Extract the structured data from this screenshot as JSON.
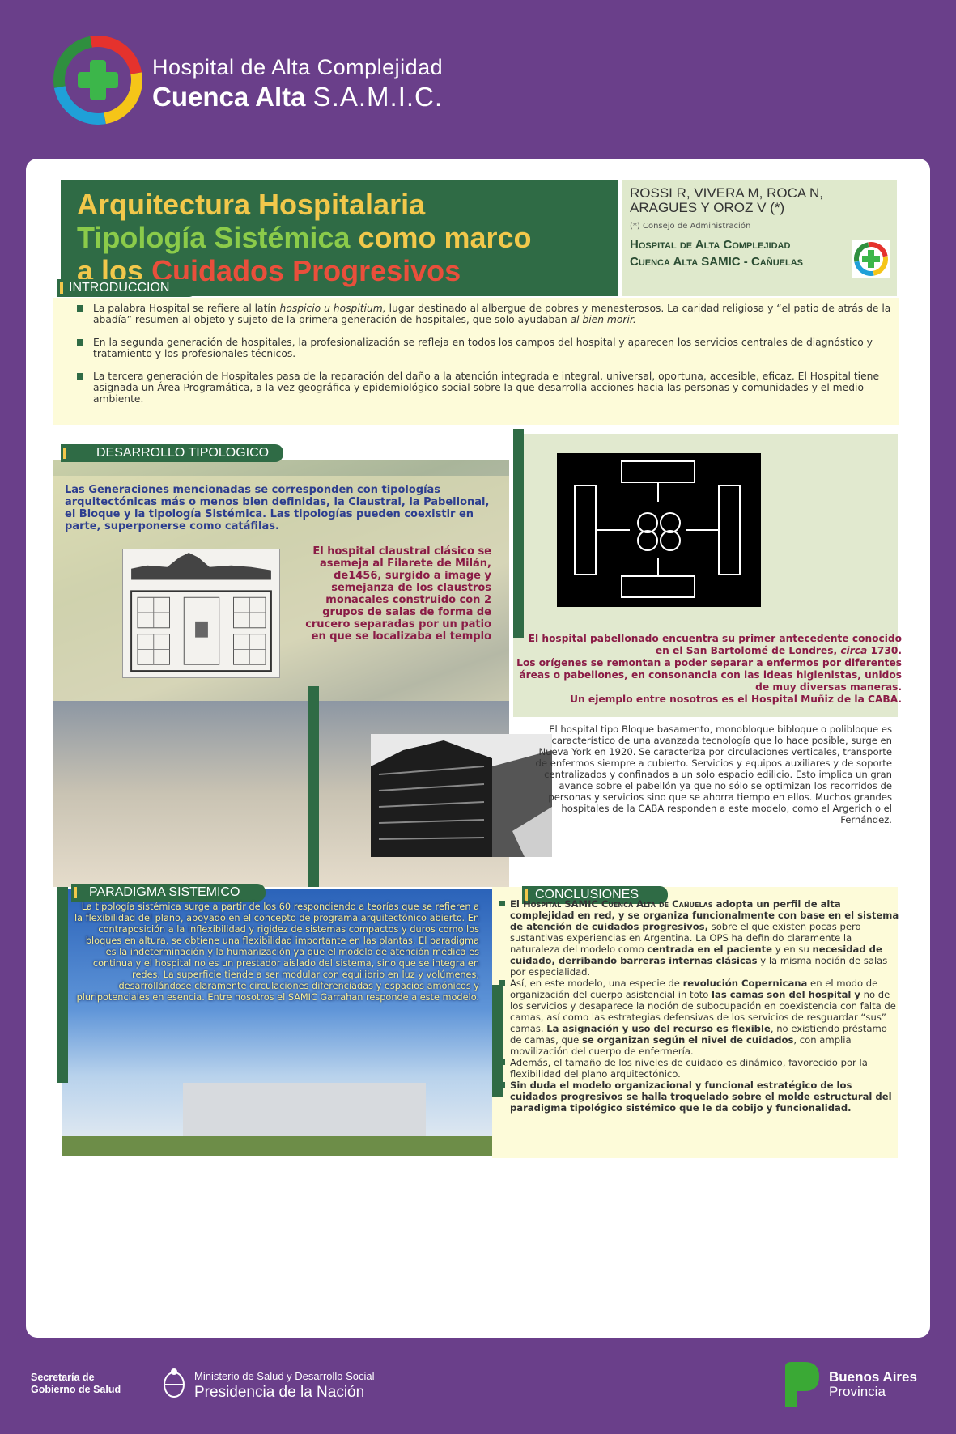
{
  "header": {
    "org_line1": "Hospital de Alta Complejidad",
    "org_line2_bold": "Cuenca Alta",
    "org_line2_rest": "S.A.M.I.C."
  },
  "title": {
    "line1": "Arquitectura Hospitalaria",
    "line2a": "Tipología Sistémica",
    "line2b": "como marco",
    "line3a": "a los",
    "line3b": "Cuidados Progresivos"
  },
  "authors": {
    "names": "ROSSI R, VIVERA M, ROCA N, ARAGUES Y OROZ V (*)",
    "note": "(*) Consejo de Administración",
    "hospital_line1": "Hospital de Alta Complejidad",
    "hospital_line2": "Cuenca Alta SAMIC - Cañuelas"
  },
  "sections": {
    "intro": "INTRODUCCION",
    "desarrollo": "DESARROLLO TIPOLOGICO",
    "paradigma": "PARADIGMA SISTEMICO",
    "conclusiones": "CONCLUSIONES"
  },
  "intro": {
    "p1_a": "La palabra Hospital se refiere al latín ",
    "p1_b": "hospicio u hospitium,",
    "p1_c": " lugar destinado al albergue de pobres y menesterosos. La caridad religiosa y “el patio de atrás de la abadía” resumen al objeto y sujeto de la primera generación de hospitales, que solo ayudaban ",
    "p1_d": "al bien morir.",
    "p2": "En la segunda generación de hospitales, la profesionalización se refleja en todos los campos del hospital y aparecen los servicios centrales de diagnóstico y tratamiento y los profesionales técnicos.",
    "p3": "La tercera generación de Hospitales  pasa de la reparación del daño a la atención integrada e integral, universal, oportuna, accesible, eficaz. El Hospital tiene asignada un Área Programática, a la vez geográfica y epidemiológico social sobre la que desarrolla acciones hacia las personas y comunidades y el medio ambiente."
  },
  "desarrollo": {
    "intro": "Las Generaciones mencionadas se corresponden con tipologías arquitectónicas más o menos bien definidas, la Claustral, la Pabellonal, el Bloque y la tipología Sistémica. Las tipologías pueden coexistir en parte, superponerse como catáfilas.",
    "claustral": "El hospital claustral clásico se asemeja al Filarete de Milán, de1456, surgido a image y semejanza de los claustros monacales construido con 2 grupos de salas de forma de crucero separadas por un patio en que se localizaba el templo",
    "pab_a": "El hospital pabellonado encuentra su primer antecedente conocido en el San Bartolomé de Londres, ",
    "pab_b": "circa",
    "pab_c": " 1730.",
    "pab_d": "Los orígenes se remontan a poder separar a enfermos por diferentes áreas o pabellones, en consonancia con las ideas higienistas, unidos de muy diversas maneras.",
    "pab_e": "Un ejemplo entre nosotros es el Hospital Muñiz de la CABA.",
    "bloque": "El hospital tipo Bloque basamento, monobloque bibloque o polibloque es característico de una avanzada tecnología que lo hace posible, surge en Nueva York en 1920. Se caracteriza por circulaciones verticales, transporte de enfermos siempre a cubierto. Servicios y equipos auxiliares y de soporte centralizados y confinados a un solo espacio edilicio. Esto implica un gran avance sobre el pabellón ya que no sólo se optimizan los recorridos de personas y servicios sino que se ahorra tiempo en ellos. Muchos grandes hospitales de la CABA responden a este modelo, como el Argerich o el Fernández."
  },
  "paradigma": {
    "text": "La tipología sistémica surge a partir de los 60  respondiendo a  teorías que se refieren a la flexibilidad del plano, apoyado en  el concepto de programa arquitectónico abierto. En contraposición a la inflexibilidad y rigidez de sistemas compactos y duros como los bloques en altura, se obtiene una flexibilidad importante en las plantas. El paradigma es la indeterminación  y la humanización  ya que el modelo de atención médica  es continua y el hospital no es un prestador aislado del sistema,  sino que se integra en redes. La superficie tiende a ser modular con equilibrio en luz y volúmenes, desarrollándose claramente circulaciones diferenciadas y espacios amónicos y pluripotenciales en esencia. Entre nosotros el SAMIC Garrahan responde a este modelo."
  },
  "conclusiones": {
    "p1_a": "El ",
    "p1_b": "Hospital SAMIC Cuenca Alta de Cañuelas",
    "p1_c": " adopta un perfil de alta complejidad en red, y se organiza funcionalmente con base en el sistema de atención de cuidados progresivos,",
    "p1_d": " sobre el que existen pocas pero sustantivas experiencias en Argentina. La OPS ha definido claramente la naturaleza del modelo como ",
    "p1_e": "centrada en el paciente",
    "p1_f": " y en su ",
    "p1_g": "necesidad de cuidado, derribando barreras internas clásicas",
    "p1_h": " y la misma noción de salas por especialidad.",
    "p2_a": "Así, en este modelo, una especie de ",
    "p2_b": "revolución Copernicana",
    "p2_c": " en el modo de organización del cuerpo asistencial in toto ",
    "p2_d": "las camas son del hospital y",
    "p2_e": " no de los servicios y desaparece la noción de subocupación en coexistencia con falta de camas, así como las estrategias defensivas de los servicios de resguardar “sus” camas. ",
    "p2_f": "La asignación y uso del recurso es flexible",
    "p2_g": ", no existiendo préstamo de camas, que ",
    "p2_h": "se organizan según el nivel de cuidados",
    "p2_i": ", con amplia movilización del cuerpo de enfermería.",
    "p3": "Además, el tamaño de los niveles de cuidado es dinámico, favorecido por la flexibilidad del plano arquitectónico.",
    "p4": "Sin duda el modelo organizacional y funcional  estratégico de los cuidados progresivos se halla troquelado sobre el molde estructural del paradigma tipológico sistémico que le da cobijo y funcionalidad."
  },
  "footer": {
    "sec_line1": "Secretaría de",
    "sec_line2": "Gobierno de Salud",
    "min_line1": "Ministerio de Salud y Desarrollo Social",
    "min_line2": "Presidencia de la Nación",
    "ba_line1": "Buenos Aires",
    "ba_line2": "Provincia"
  },
  "colors": {
    "background": "#6a3f8a",
    "title_green": "#2f6b45",
    "accent_yellow": "#f2c84b",
    "accent_green": "#8bcb4a",
    "accent_red": "#e94f3b",
    "maroon_text": "#8a1c46",
    "blue_text": "#2d3e8f"
  }
}
